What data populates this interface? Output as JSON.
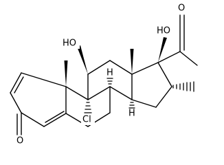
{
  "molecule": {
    "atoms": {
      "oxygen_3": "O",
      "hydroxyl_11": "HO",
      "hydroxyl_17": "HO",
      "chloro_9": "Cl",
      "hydrogen_8": "H",
      "hydrogen_14": "H",
      "oxygen_20": "O"
    }
  },
  "colors": {
    "bond": "#000000",
    "background": "#ffffff"
  }
}
